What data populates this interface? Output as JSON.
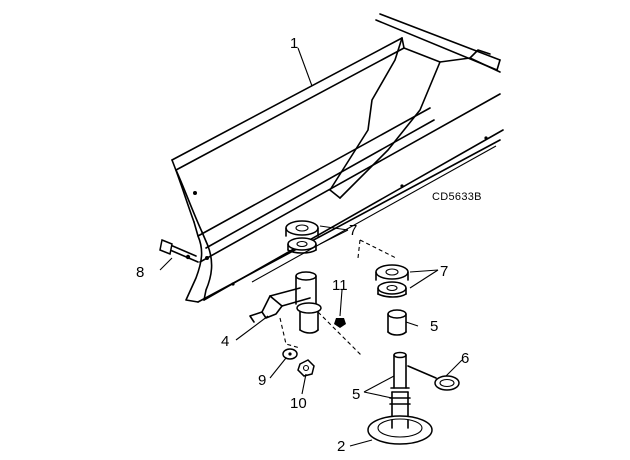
{
  "figure_code": "CD5633B",
  "callouts": [
    {
      "id": "c1",
      "text": "1"
    },
    {
      "id": "c2",
      "text": "2"
    },
    {
      "id": "c4",
      "text": "4"
    },
    {
      "id": "c5a",
      "text": "5"
    },
    {
      "id": "c5b",
      "text": "5"
    },
    {
      "id": "c6",
      "text": "6"
    },
    {
      "id": "c7a",
      "text": "7"
    },
    {
      "id": "c7b",
      "text": "7"
    },
    {
      "id": "c8",
      "text": "8"
    },
    {
      "id": "c9",
      "text": "9"
    },
    {
      "id": "c10",
      "text": "10"
    },
    {
      "id": "c11",
      "text": "11"
    }
  ]
}
